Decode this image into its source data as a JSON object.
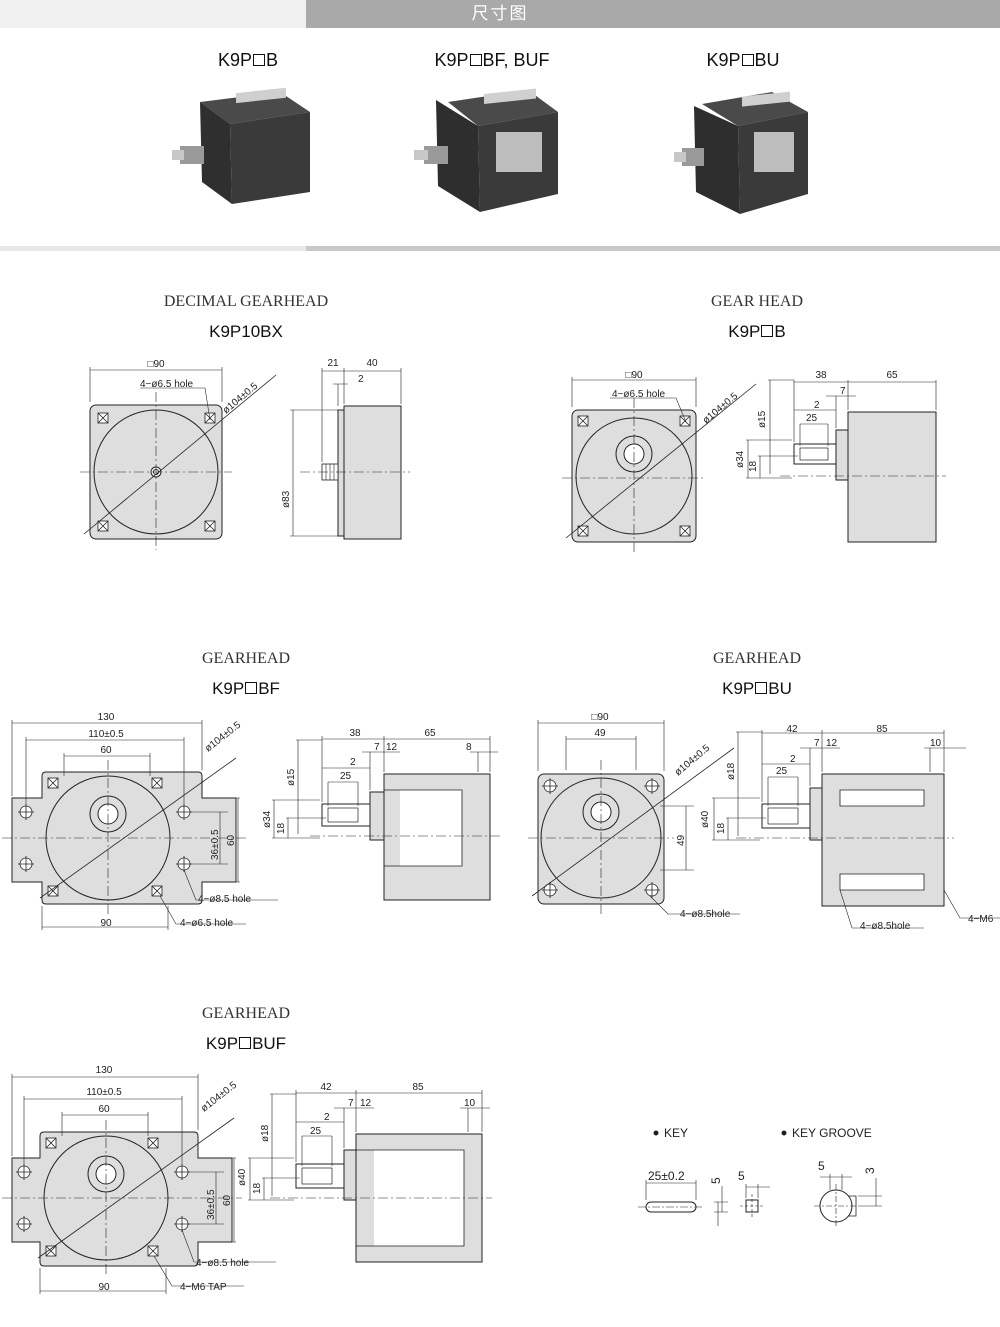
{
  "header": {
    "title": "尺寸图"
  },
  "products": [
    {
      "prefix": "K9P",
      "suffix": "B"
    },
    {
      "prefix": "K9P",
      "suffix": "BF, BUF"
    },
    {
      "prefix": "K9P",
      "suffix": "BU"
    }
  ],
  "sections": {
    "decimal": {
      "title": "DECIMAL GEARHEAD",
      "model": "K9P10BX"
    },
    "gearhead_b": {
      "title": "GEAR HEAD",
      "model_prefix": "K9P",
      "model_suffix": "B"
    },
    "gearhead_bf": {
      "title": "GEARHEAD",
      "model_prefix": "K9P",
      "model_suffix": "BF"
    },
    "gearhead_bu": {
      "title": "GEARHEAD",
      "model_prefix": "K9P",
      "model_suffix": "BU"
    },
    "gearhead_buf": {
      "title": "GEARHEAD",
      "model_prefix": "K9P",
      "model_suffix": "BUF"
    }
  },
  "dims": {
    "decimal": {
      "square": "□90",
      "hole": "4−ø6.5 hole",
      "pcd": "ø104±0.5",
      "d21": "21",
      "d40": "40",
      "d2": "2",
      "pilot": "ø83"
    },
    "b": {
      "square": "□90",
      "hole": "4−ø6.5 hole",
      "pcd": "ø104±0.5",
      "d38": "38",
      "d65": "65",
      "d7": "7",
      "d2": "2",
      "d25": "25",
      "shaft": "ø15",
      "boss": "ø34",
      "key": "18"
    },
    "bf": {
      "w130": "130",
      "w110": "110±0.5",
      "w60": "60",
      "w90": "90",
      "pcd": "ø104±0.5",
      "h36": "36±0.5",
      "h60": "60",
      "hole1": "4−ø8.5 hole",
      "hole2": "4−ø6.5 hole",
      "d38": "38",
      "d65": "65",
      "d7": "7",
      "d12": "12",
      "d8": "8",
      "d2": "2",
      "d25": "25",
      "shaft": "ø15",
      "boss": "ø34",
      "key": "18"
    },
    "bu": {
      "square": "□90",
      "w49": "49",
      "h49": "49",
      "pcd": "ø104±0.5",
      "hole": "4−ø8.5hole",
      "hole2": "4−ø8.5hole",
      "tap": "4−M6",
      "d42": "42",
      "d85": "85",
      "d7": "7",
      "d12": "12",
      "d10": "10",
      "d2": "2",
      "d25": "25",
      "shaft": "ø18",
      "boss": "ø40",
      "key": "18"
    },
    "buf": {
      "w130": "130",
      "w110": "110±0.5",
      "w60": "60",
      "w90": "90",
      "pcd": "ø104±0.5",
      "h36": "36±0.5",
      "h60": "60",
      "hole1": "4−ø8.5 hole",
      "tap": "4−M6 TAP",
      "d42": "42",
      "d85": "85",
      "d7": "7",
      "d12": "12",
      "d10": "10",
      "d2": "2",
      "d25": "25",
      "shaft": "ø18",
      "boss": "ø40",
      "key": "18"
    }
  },
  "key_info": {
    "key_label": "KEY",
    "groove_label": "KEY GROOVE",
    "key_len": "25±0.2",
    "key_h": "5",
    "key_w": "5",
    "groove_w": "5",
    "groove_d": "3"
  }
}
